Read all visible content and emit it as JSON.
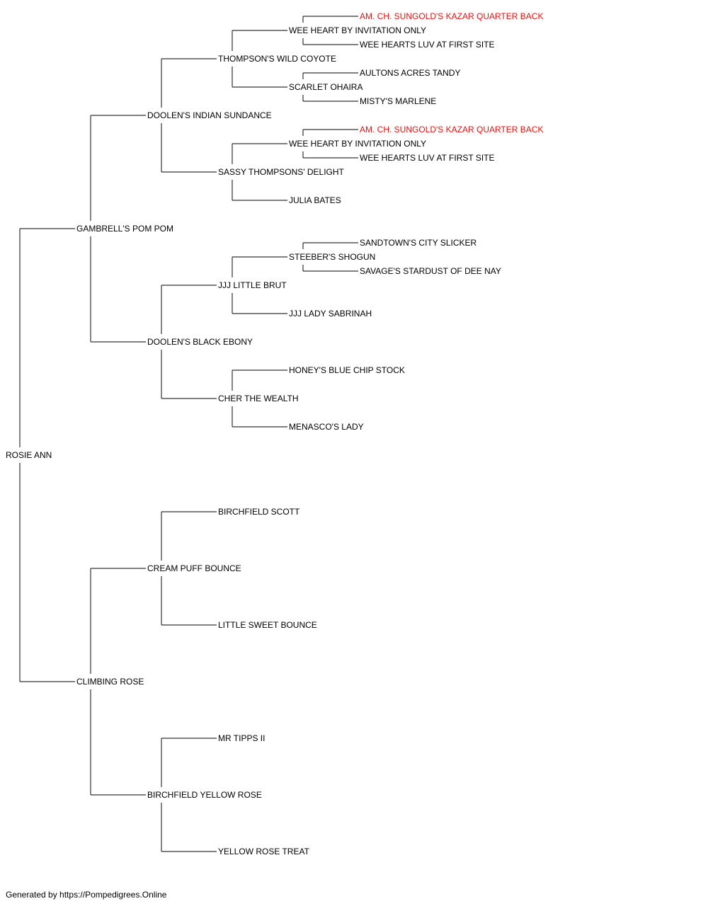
{
  "pedigree": {
    "name": "ROSIE ANN",
    "sire": {
      "name": "GAMBRELL'S POM POM",
      "sire": {
        "name": "DOOLEN'S INDIAN SUNDANCE",
        "sire": {
          "name": "THOMPSON'S WILD COYOTE",
          "sire": {
            "name": "WEE HEART BY INVITATION ONLY",
            "sire": {
              "name": "AM. CH. SUNGOLD'S KAZAR QUARTER BACK",
              "champion": true
            },
            "dam": {
              "name": "WEE HEARTS LUV AT FIRST SITE"
            }
          },
          "dam": {
            "name": "SCARLET OHAIRA",
            "sire": {
              "name": "AULTONS ACRES TANDY"
            },
            "dam": {
              "name": "MISTY'S MARLENE"
            }
          }
        },
        "dam": {
          "name": "SASSY THOMPSONS' DELIGHT",
          "sire": {
            "name": "WEE HEART BY INVITATION ONLY",
            "sire": {
              "name": "AM. CH. SUNGOLD'S KAZAR QUARTER BACK",
              "champion": true
            },
            "dam": {
              "name": "WEE HEARTS LUV AT FIRST SITE"
            }
          },
          "dam": {
            "name": "JULIA BATES"
          }
        }
      },
      "dam": {
        "name": "DOOLEN'S BLACK EBONY",
        "sire": {
          "name": "JJJ LITTLE BRUT",
          "sire": {
            "name": "STEEBER'S SHOGUN",
            "sire": {
              "name": "SANDTOWN'S CITY SLICKER"
            },
            "dam": {
              "name": "SAVAGE'S STARDUST OF DEE NAY"
            }
          },
          "dam": {
            "name": "JJJ LADY SABRINAH"
          }
        },
        "dam": {
          "name": "CHER THE WEALTH",
          "sire": {
            "name": "HONEY'S BLUE CHIP STOCK"
          },
          "dam": {
            "name": "MENASCO'S LADY"
          }
        }
      }
    },
    "dam": {
      "name": "CLIMBING ROSE",
      "sire": {
        "name": "CREAM PUFF BOUNCE",
        "sire": {
          "name": "BIRCHFIELD SCOTT"
        },
        "dam": {
          "name": "LITTLE SWEET BOUNCE"
        }
      },
      "dam": {
        "name": "BIRCHFIELD YELLOW ROSE",
        "sire": {
          "name": "MR TIPPS II"
        },
        "dam": {
          "name": "YELLOW ROSE TREAT"
        }
      }
    }
  },
  "colors": {
    "text": "#000000",
    "champion": "#e01010",
    "line": "#333333"
  },
  "footer": "Generated by https://Pompedigrees.Online"
}
